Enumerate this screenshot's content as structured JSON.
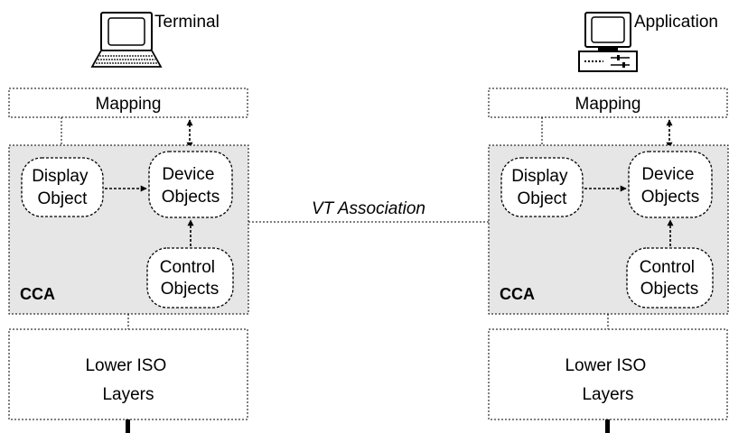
{
  "left": {
    "endpoint_label": "Terminal",
    "mapping_label": "Mapping",
    "display_object": [
      "Display",
      "Object"
    ],
    "device_objects": [
      "Device",
      "Objects"
    ],
    "control_objects": [
      "Control",
      "Objects"
    ],
    "cca_label": "CCA",
    "lower_layers": [
      "Lower ISO",
      "Layers"
    ]
  },
  "right": {
    "endpoint_label": "Application",
    "mapping_label": "Mapping",
    "display_object": [
      "Display",
      "Object"
    ],
    "device_objects": [
      "Device",
      "Objects"
    ],
    "control_objects": [
      "Control",
      "Objects"
    ],
    "cca_label": "CCA",
    "lower_layers": [
      "Lower ISO",
      "Layers"
    ]
  },
  "association_label": "VT Association",
  "icons": {
    "left_endpoint": "laptop-terminal-icon",
    "right_endpoint": "computer-application-icon"
  }
}
